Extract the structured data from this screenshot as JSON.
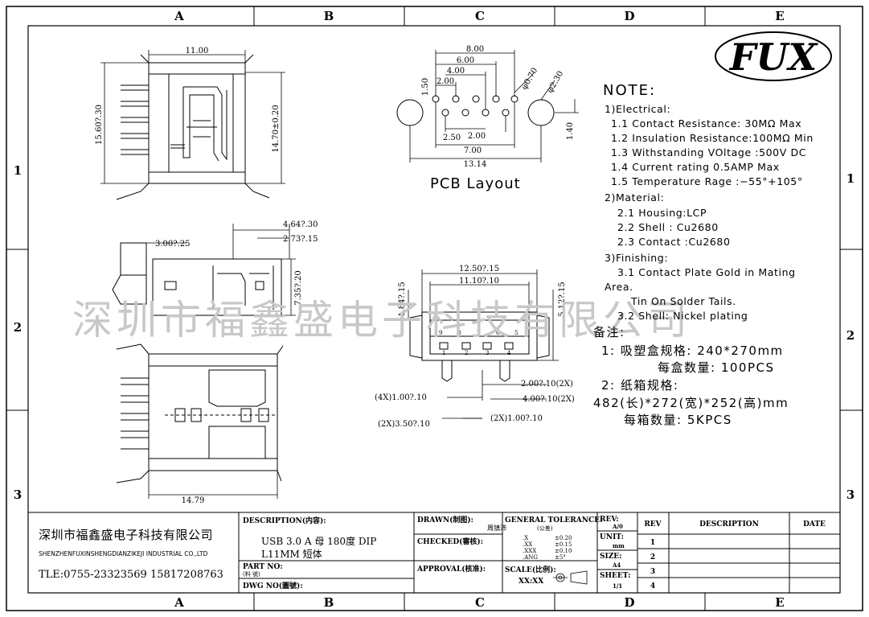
{
  "zones": {
    "columns": [
      "A",
      "B",
      "C",
      "D",
      "E"
    ],
    "rows": [
      "1",
      "2",
      "3"
    ]
  },
  "logo": {
    "text": "FUX"
  },
  "watermark": {
    "text": "深圳市福鑫盛电子科技有限公司"
  },
  "pcb": {
    "title": "PCB Layout",
    "dims": {
      "d800": "8.00",
      "d600": "6.00",
      "d400": "4.00",
      "d200a": "2.00",
      "d150": "1.50",
      "phi070": "φ0.70",
      "phi230": "φ2.30",
      "d140": "1.40",
      "d250": "2.50",
      "d200b": "2.00",
      "d700": "7.00",
      "d1314": "13.14"
    }
  },
  "top_view": {
    "dims": {
      "width": "11.00",
      "height_left": "15.60?.30",
      "height_right": "14.70±0.20"
    }
  },
  "side_view": {
    "dims": {
      "d300": "3.00?.25",
      "d464": "4.64?.30",
      "d273": "2.73?.15",
      "d735": "7.35?.20"
    }
  },
  "bottom_view": {
    "dims": {
      "width": "14.79"
    }
  },
  "front_view": {
    "dims": {
      "d1250": "12.50?.15",
      "d1110": "11.10?.10",
      "d184": "1.84?.15",
      "d512": "5.12?.15",
      "d200x2": "2.00?.10(2X)",
      "d100x4": "(4X)1.00?.10",
      "d400x2": "4.00?.10(2X)",
      "d350x2": "(2X)3.50?.10",
      "d100x2": "(2X)1.00?.10"
    },
    "pins_top": [
      "9",
      "8",
      "7",
      "6",
      "5"
    ],
    "pins_bottom": [
      "1",
      "2",
      "3",
      "4"
    ]
  },
  "notes": {
    "heading": "NOTE:",
    "lines": [
      "1)Electrical:",
      "1.1 Contact Resistance: 30MΩ Max",
      "1.2 Insulation Resistance:100MΩ Min",
      "1.3 Withstanding VOltage :500V DC",
      "1.4 Current rating 0.5AMP Max",
      "1.5 Temperature Rage :−55°+105°",
      "2)Material:",
      "2.1 Housing:LCP",
      "2.2 Shell : Cu2680",
      "2.3 Contact :Cu2680",
      "3)Finishing:",
      "3.1 Contact Plate Gold in Mating",
      "Area.",
      "Tin On Solder Tails.",
      "3.2 Shell: Nickel plating"
    ],
    "remark_heading": "备注:",
    "remarks": [
      "1: 吸塑盒规格: 240*270mm",
      "每盒数量: 100PCS",
      "2: 纸箱规格:",
      "482(长)*272(宽)*252(高)mm",
      "每箱数量: 5KPCS"
    ]
  },
  "title_block": {
    "company_cn": "深圳市福鑫盛电子科技有限公司",
    "company_en": "SHENZHENFUXINSHENGDIANZIKEJI INDUSTRIAL CO.,LTD",
    "tel": "TLE:0755-23323569 15817208763",
    "description_label": "DESCRIPTION(内容):",
    "description_line1": "USB 3.0 A 母 180度 DIP",
    "description_line2": "L11MM 短体",
    "part_no_label": "PART NO:",
    "part_no_sub": "(料   號)",
    "dwg_no_label": "DWG NO(圖號):",
    "drawn_label": "DRAWN(制图):",
    "drawn_value": "周镇沛",
    "checked_label": "CHECKED(審核):",
    "approval_label": "APPROVAL(核准):",
    "tolerance_label": "GENERAL TOLERANCE:",
    "tolerance_sub": "(公差)",
    "tolerances": [
      {
        "k": ".X",
        "v": "±0.20"
      },
      {
        "k": ".XX",
        "v": "±0.15"
      },
      {
        "k": ".XXX",
        "v": "±0.10"
      },
      {
        "k": ".ANG",
        "v": "±5°"
      }
    ],
    "scale_label": "SCALE(比例):",
    "scale_value": "XX:XX",
    "rev_label": "REV:",
    "rev_value": "A/0",
    "unit_label": "UNIT:",
    "unit_value": "mm",
    "size_label": "SIZE:",
    "size_value": "A4",
    "sheet_label": "SHEET:",
    "sheet_value": "1/1",
    "rev_table": {
      "headers": [
        "REV",
        "DESCRIPTION",
        "DATE"
      ],
      "rows": [
        "1",
        "2",
        "3",
        "4"
      ]
    }
  }
}
